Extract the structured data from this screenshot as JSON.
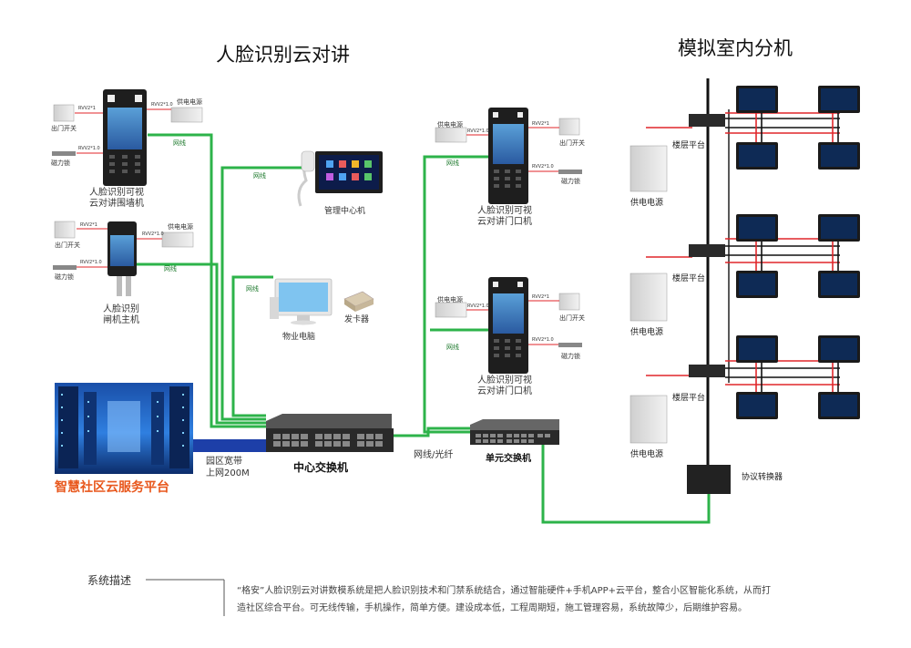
{
  "titles": {
    "left": "人脸识别云对讲",
    "right": "模拟室内分机"
  },
  "devices": {
    "wall_unit": "人脸识别可视\n云对讲围墙机",
    "gate_unit": "人脸识别\n闸机主机",
    "management": "管理中心机",
    "property_pc": "物业电脑",
    "card_issuer": "发卡器",
    "door_unit_1": "人脸识别可视\n云对讲门口机",
    "door_unit_2": "人脸识别可视\n云对讲门口机",
    "center_switch": "中心交换机",
    "unit_switch": "单元交换机",
    "cloud_platform": "智慧社区云服务平台",
    "protocol_converter": "协议转换器",
    "floor_platform": "楼层平台",
    "power_supply": "供电电源",
    "exit_switch": "出门开关",
    "mag_lock": "磁力锁"
  },
  "links": {
    "network": "网线",
    "network_fiber": "网线/光纤",
    "broadband": "园区宽带\n上网200M",
    "cable_rvv2x1": "RVV2*1",
    "cable_rvv2x1_0": "RVV2*1.0"
  },
  "description": {
    "label": "系统描述",
    "text_line1": "“格安”人脸识别云对讲数模系统是把人脸识别技术和门禁系统结合，通过智能硬件+手机APP+云平台，整合小区智能化系统，从而打",
    "text_line2": "造社区综合平台。可无线传输，手机操作，简单方便。建设成本低，工程周期短，施工管理容易，系统故障少，后期维护容易。"
  },
  "colors": {
    "network_line": "#2db34a",
    "power_line": "#e0262a",
    "riser": "#111111",
    "broadband_bar": "#1d3fa8",
    "cloud_text": "#e8571c"
  }
}
